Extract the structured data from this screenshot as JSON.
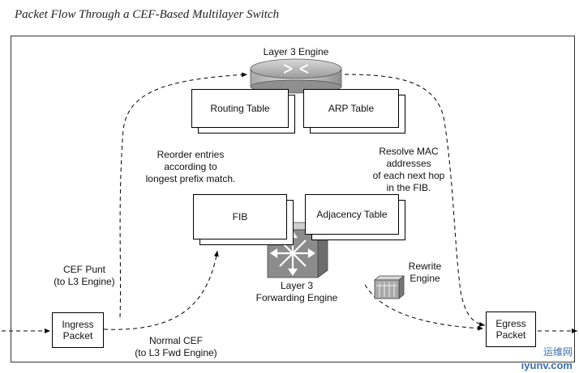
{
  "figure": {
    "title": "Packet Flow Through a CEF-Based Multilayer Switch"
  },
  "nodes": {
    "layer3_engine": "Layer 3 Engine",
    "routing_table": "Routing Table",
    "arp_table": "ARP Table",
    "fib": "FIB",
    "adjacency_table": "Adjacency Table",
    "l3_forwarding_engine_line1": "Layer 3",
    "l3_forwarding_engine_line2": "Forwarding Engine",
    "rewrite_engine_line1": "Rewrite",
    "rewrite_engine_line2": "Engine",
    "ingress_line1": "Ingress",
    "ingress_line2": "Packet",
    "egress_line1": "Egress",
    "egress_line2": "Packet"
  },
  "annotations": {
    "reorder_1": "Reorder entries",
    "reorder_2": "according to",
    "reorder_3": "longest prefix match.",
    "resolve_1": "Resolve MAC",
    "resolve_2": "addresses",
    "resolve_3": "of each next hop",
    "resolve_4": "in the FIB.",
    "cef_punt_1": "CEF Punt",
    "cef_punt_2": "(to L3 Engine)",
    "normal_cef_1": "Normal CEF",
    "normal_cef_2": "(to L3 Fwd Engine)"
  },
  "watermark": {
    "cn": "运维网",
    "url": "iyunv.com"
  }
}
